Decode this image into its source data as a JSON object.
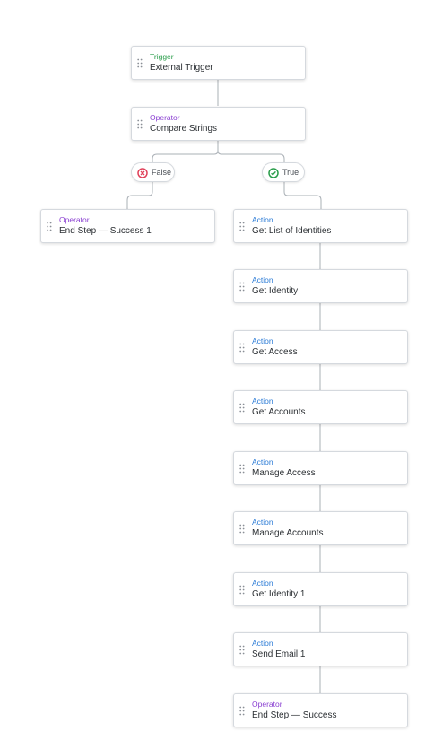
{
  "workflow": {
    "trigger": {
      "type": "Trigger",
      "name": "External Trigger"
    },
    "operator": {
      "type": "Operator",
      "name": "Compare Strings"
    },
    "branches": {
      "false_label": "False",
      "true_label": "True"
    },
    "false_branch": [
      {
        "type": "Operator",
        "name": "End Step — Success 1"
      }
    ],
    "true_branch": [
      {
        "type": "Action",
        "name": "Get List of Identities"
      },
      {
        "type": "Action",
        "name": "Get Identity"
      },
      {
        "type": "Action",
        "name": "Get Access"
      },
      {
        "type": "Action",
        "name": "Get Accounts"
      },
      {
        "type": "Action",
        "name": "Manage Access"
      },
      {
        "type": "Action",
        "name": "Manage Accounts"
      },
      {
        "type": "Action",
        "name": "Get Identity 1"
      },
      {
        "type": "Action",
        "name": "Send Email 1"
      },
      {
        "type": "Operator",
        "name": "End Step — Success"
      }
    ]
  },
  "colors": {
    "trigger": "#2a9d4b",
    "operator": "#8a3fd1",
    "action": "#2b7bd6",
    "false_icon": "#e0415a",
    "true_icon": "#2a9d4b",
    "connector": "#aab0b6"
  },
  "icons": {
    "drag_handle": "drag-handle-icon",
    "false": "x-circle-icon",
    "true": "check-circle-icon"
  }
}
